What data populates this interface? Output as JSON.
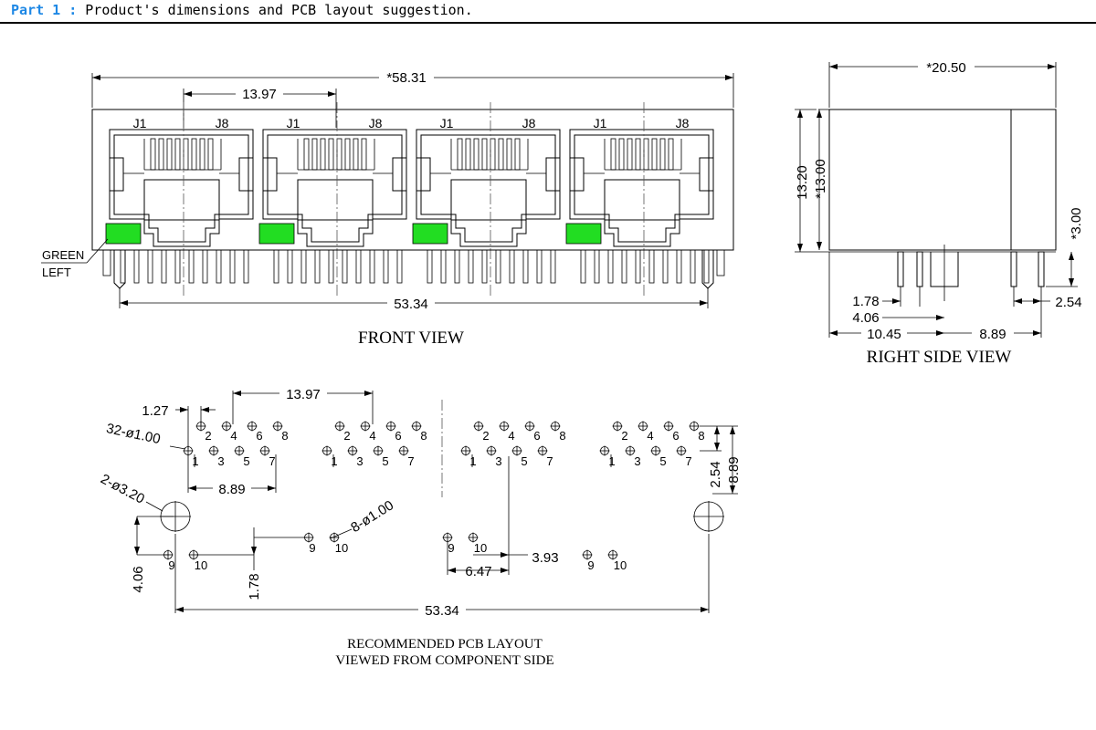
{
  "header": {
    "part_label": "Part 1",
    "separator": ":",
    "title": "Product's dimensions and PCB layout suggestion."
  },
  "front_view": {
    "title": "FRONT VIEW",
    "overall_width": "*58.31",
    "port_pitch": "13.97",
    "pin_span": "53.34",
    "pin_label_left": "J1",
    "pin_label_right": "J8",
    "led_label_line1": "GREEN",
    "led_label_line2": "LEFT",
    "led_color": "#22dd22"
  },
  "side_view": {
    "title": "RIGHT SIDE VIEW",
    "depth": "*20.50",
    "overall_height": "13.20",
    "body_height": "*13.00",
    "pin_length": "*3.00",
    "d1": "1.78",
    "d2": "4.06",
    "d3": "10.45",
    "d4": "8.89",
    "d5": "2.54"
  },
  "pcb_layout": {
    "title_line1": "RECOMMENDED PCB LAYOUT",
    "title_line2": "VIEWED FROM COMPONENT SIDE",
    "pitch": "13.97",
    "offset": "1.27",
    "hole_callout": "32-ø1.00",
    "span_889": "8.89",
    "post_callout": "2-ø3.20",
    "led_callout": "8-ø1.00",
    "dim_406": "4.06",
    "dim_178": "1.78",
    "dim_647": "6.47",
    "dim_393": "3.93",
    "dim_254": "2.54",
    "dim_889_v": "8.89",
    "span": "53.34",
    "pin_labels_top": [
      "2",
      "4",
      "6",
      "8"
    ],
    "pin_labels_bottom": [
      "1",
      "3",
      "5",
      "7"
    ],
    "led_pins": [
      "9",
      "10"
    ]
  }
}
